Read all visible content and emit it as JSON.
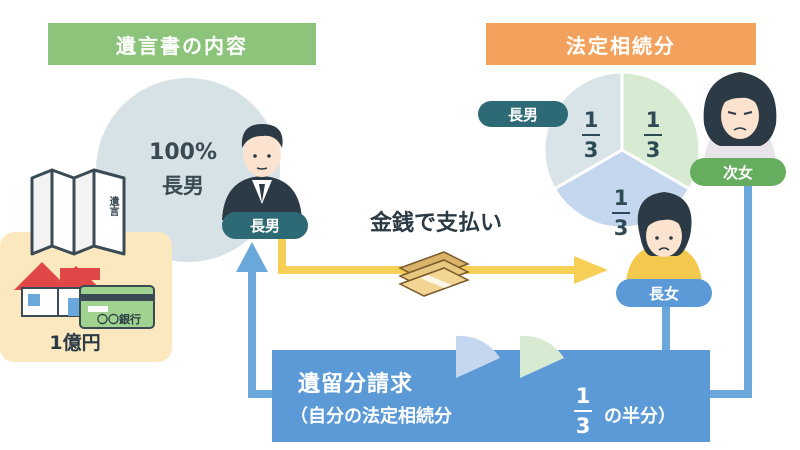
{
  "headers": {
    "will_contents": "遺言書の内容",
    "legal_shares": "法定相続分"
  },
  "will": {
    "percent": "100%",
    "heir": "長男",
    "document_label": "遺言"
  },
  "estate": {
    "bank_label": "〇〇銀行",
    "amount": "1億円"
  },
  "persons": {
    "eldest_son": "長男",
    "eldest_daughter": "長女",
    "second_daughter": "次女"
  },
  "payment": {
    "label": "金銭で支払い"
  },
  "pie": {
    "slices": [
      {
        "heir": "長男",
        "numerator": "1",
        "denominator": "3"
      },
      {
        "heir": "次女",
        "numerator": "1",
        "denominator": "3"
      },
      {
        "heir": "長女",
        "numerator": "1",
        "denominator": "3"
      }
    ]
  },
  "claim": {
    "title": "遺留分請求",
    "detail_prefix": "（自分の法定相続分",
    "fraction_numerator": "1",
    "fraction_denominator": "3",
    "detail_suffix": "の半分）"
  },
  "colors": {
    "green_header": "#8cc47c",
    "orange_header": "#f2a25c",
    "teal_tag": "#2e6a75",
    "blue_tag": "#5b9ad6",
    "green_tag": "#66ad60",
    "arrow_blue": "#6aa8dc",
    "arrow_yellow": "#f6cf57",
    "pie_blue_gray": "#d9e4e8",
    "pie_green": "#d7ead2",
    "pie_blue": "#c5d6ef"
  }
}
